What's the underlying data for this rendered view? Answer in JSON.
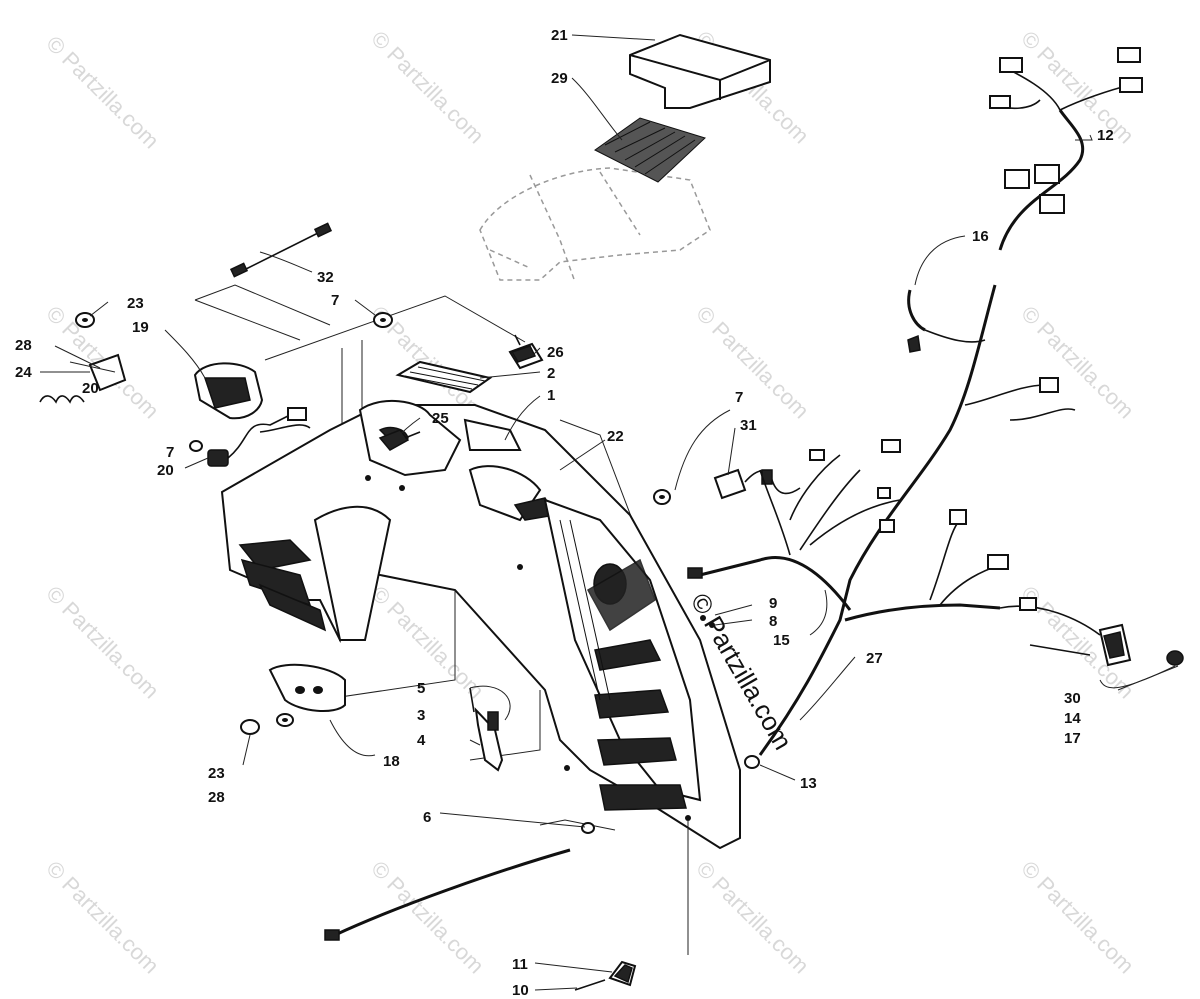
{
  "watermark": {
    "small": "© Partzilla.com",
    "large": "© Partzilla.com"
  },
  "callouts": [
    "21",
    "29",
    "12",
    "16",
    "32",
    "23",
    "7",
    "19",
    "28",
    "24",
    "26",
    "2",
    "20",
    "1",
    "25",
    "7",
    "31",
    "7",
    "22",
    "20",
    "9",
    "8",
    "15",
    "27",
    "5",
    "3",
    "4",
    "30",
    "14",
    "17",
    "18",
    "13",
    "23",
    "28",
    "6",
    "11",
    "10"
  ]
}
